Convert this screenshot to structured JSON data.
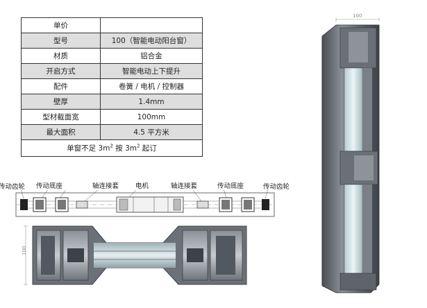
{
  "spec_table": {
    "rows": [
      {
        "key": "单价",
        "value": ""
      },
      {
        "key": "型号",
        "value": "100（智能电动阳台窗）"
      },
      {
        "key": "材质",
        "value": "铝合金"
      },
      {
        "key": "开启方式",
        "value": "智能电动上下提升"
      },
      {
        "key": "配件",
        "value": "卷簧 / 电机 / 控制器"
      },
      {
        "key": "壁厚",
        "value": "1.4mm"
      },
      {
        "key": "型材截面宽",
        "value": "100mm"
      },
      {
        "key": "最大面积",
        "value": "4.5 平方米"
      }
    ],
    "footer": {
      "part1": "单窗不足 3m",
      "sup1": "2",
      "part2": " 按 3m",
      "sup2": "2",
      "part3": " 起订"
    }
  },
  "diagram": {
    "labels": {
      "gear_left": "传动齿轮",
      "base_left": "传动底座",
      "coupling_left": "轴连接套",
      "motor": "电机",
      "coupling_right": "轴连接套",
      "base_right": "传动底座",
      "gear_right": "传动齿轮"
    },
    "dimension_section": "100",
    "dimension_profile": "100"
  }
}
